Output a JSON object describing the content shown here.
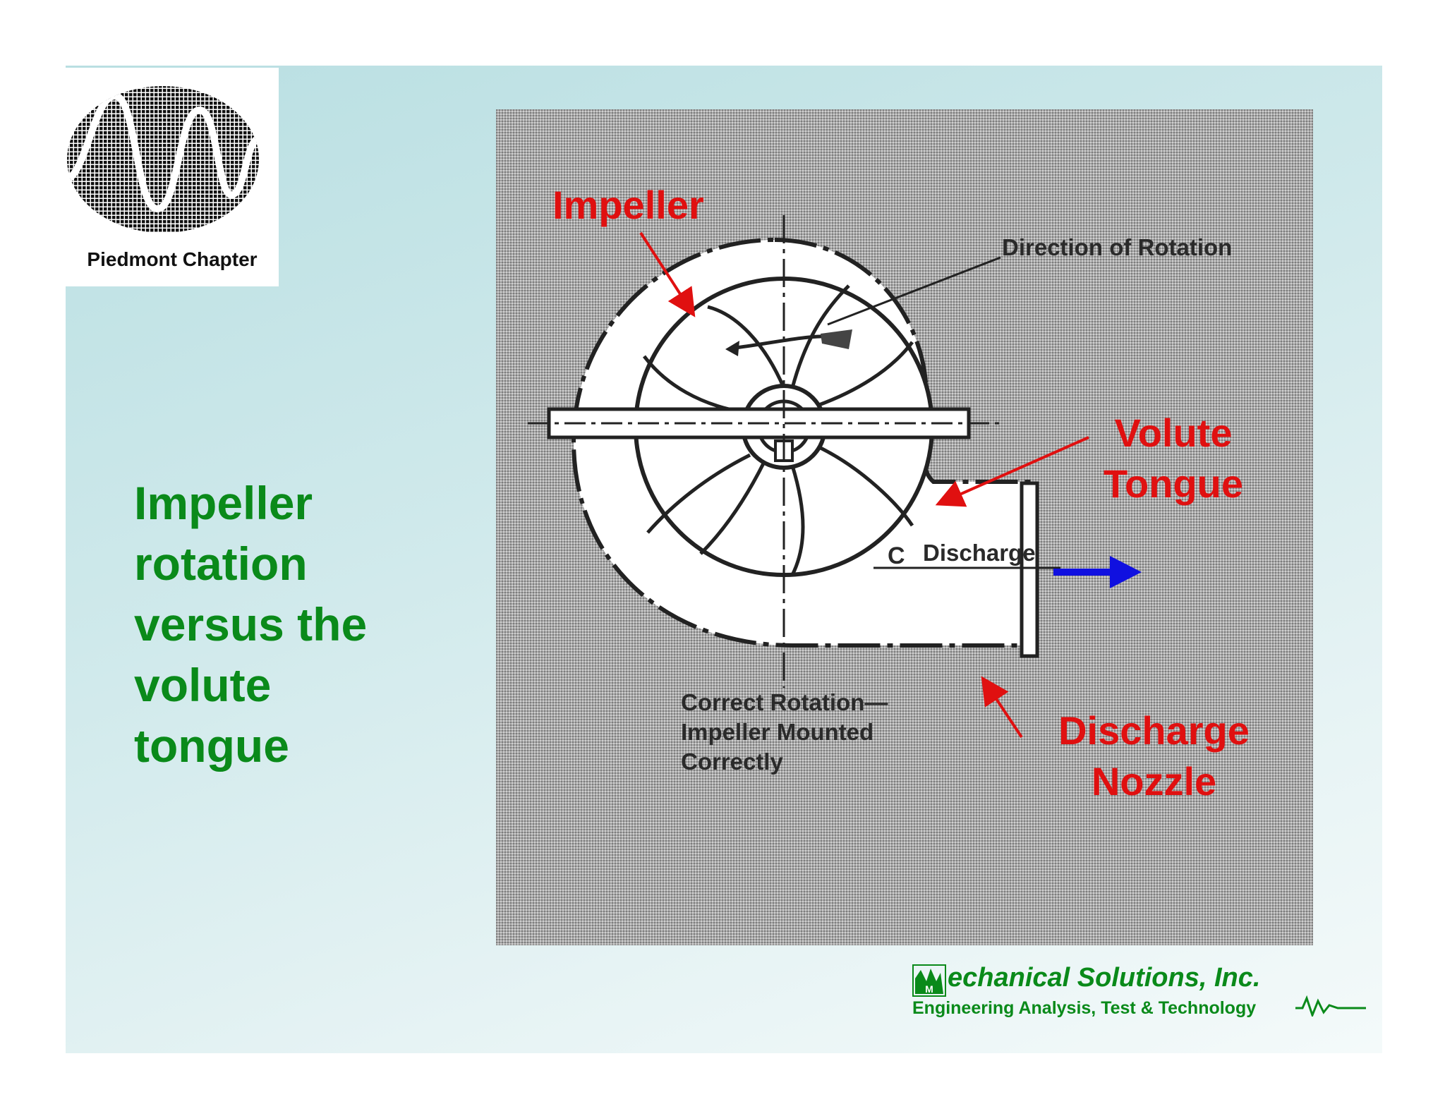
{
  "header": {
    "logo_caption": "Piedmont Chapter"
  },
  "main": {
    "title_lines": [
      "Impeller",
      "rotation",
      "versus the",
      "volute",
      "tongue"
    ]
  },
  "diagram": {
    "labels": {
      "impeller": "Impeller",
      "direction_of_rotation": "Direction of Rotation",
      "volute_tongue_1": "Volute",
      "volute_tongue_2": "Tongue",
      "discharge": "Discharge",
      "centerline": "C",
      "discharge_nozzle_1": "Discharge",
      "discharge_nozzle_2": "Nozzle",
      "caption_1": "Correct Rotation—",
      "caption_2": "Impeller Mounted",
      "caption_3": "Correctly"
    },
    "colors": {
      "callout": "#e01010",
      "flow_arrow": "#1010e0",
      "title": "#0a8a1a"
    }
  },
  "footer": {
    "brand_mark": "M",
    "brand_name": "echanical Solutions, Inc.",
    "brand_tagline": "Engineering Analysis, Test & Technology"
  }
}
